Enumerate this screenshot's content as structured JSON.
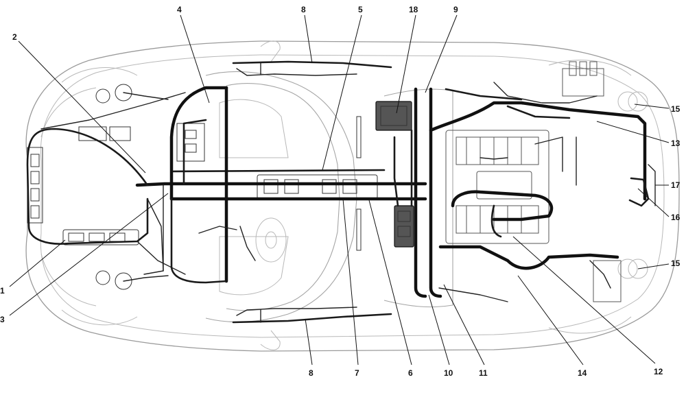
{
  "callouts": [
    {
      "id": "c1",
      "label": "1"
    },
    {
      "id": "c2",
      "label": "2"
    },
    {
      "id": "c3",
      "label": "3"
    },
    {
      "id": "c4",
      "label": "4"
    },
    {
      "id": "c5",
      "label": "5"
    },
    {
      "id": "c6",
      "label": "6"
    },
    {
      "id": "c7",
      "label": "7"
    },
    {
      "id": "c8a",
      "label": "8"
    },
    {
      "id": "c8b",
      "label": "8"
    },
    {
      "id": "c9",
      "label": "9"
    },
    {
      "id": "c10",
      "label": "10"
    },
    {
      "id": "c11",
      "label": "11"
    },
    {
      "id": "c12",
      "label": "12"
    },
    {
      "id": "c13",
      "label": "13"
    },
    {
      "id": "c14",
      "label": "14"
    },
    {
      "id": "c15a",
      "label": "15"
    },
    {
      "id": "c15b",
      "label": "15"
    },
    {
      "id": "c16",
      "label": "16"
    },
    {
      "id": "c17",
      "label": "17"
    },
    {
      "id": "c18",
      "label": "18"
    }
  ]
}
